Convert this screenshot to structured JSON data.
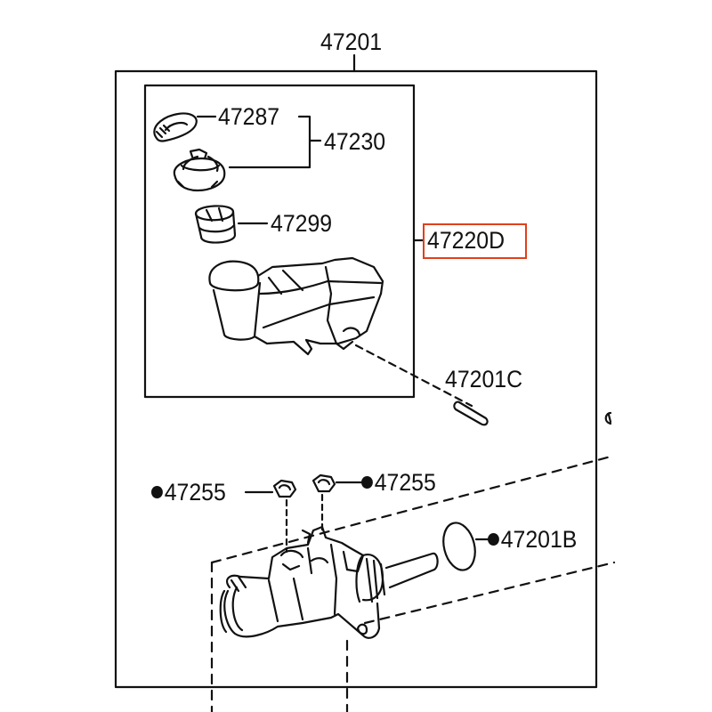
{
  "diagram": {
    "assembly_part": "47201",
    "highlight_color": "#e0401c",
    "callouts": [
      {
        "id": "47287",
        "text": "47287",
        "bullet": false
      },
      {
        "id": "47230",
        "text": "47230",
        "bullet": false
      },
      {
        "id": "47299",
        "text": "47299",
        "bullet": false
      },
      {
        "id": "47220D",
        "text": "47220D",
        "bullet": false,
        "highlighted": true
      },
      {
        "id": "47201C",
        "text": "47201C",
        "bullet": false
      },
      {
        "id": "47255a",
        "text": "47255",
        "bullet": true
      },
      {
        "id": "47255b",
        "text": "47255",
        "bullet": true
      },
      {
        "id": "47201B",
        "text": "47201B",
        "bullet": true
      }
    ]
  }
}
